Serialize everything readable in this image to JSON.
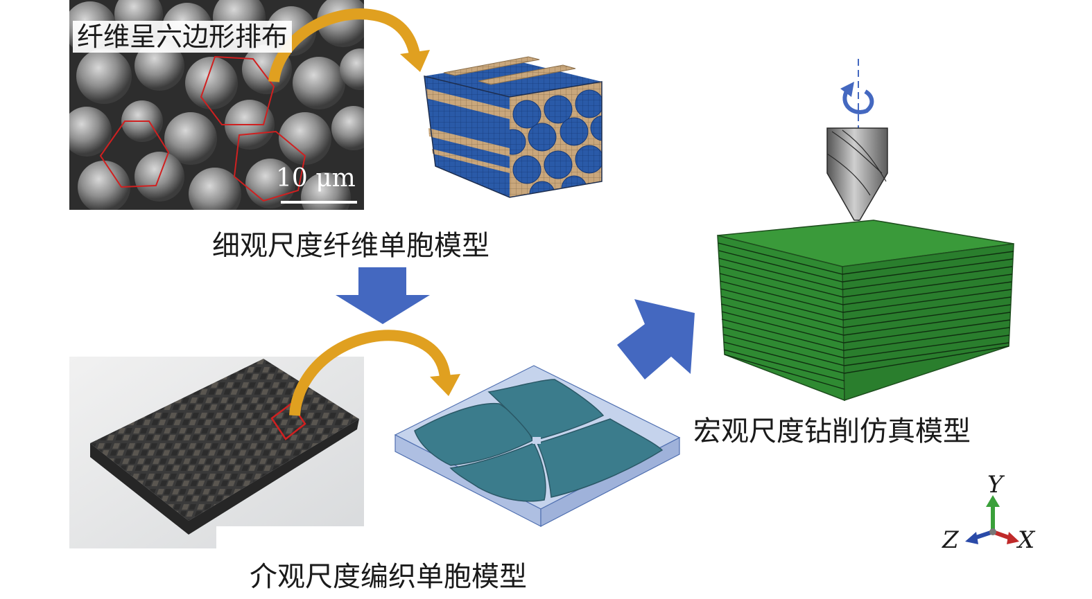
{
  "labels": {
    "sem_title": "纤维呈六边形排布",
    "scale_bar": "10 μm",
    "micro_caption": "细观尺度纤维单胞模型",
    "meso_caption": "介观尺度编织单胞模型",
    "macro_caption": "宏观尺度钻削仿真模型"
  },
  "axes": {
    "y": "Y",
    "z": "Z",
    "x": "X"
  },
  "colors": {
    "fiber_blue": "#2a5aa8",
    "matrix_tan": "#c9a77c",
    "arrow_blue": "#4468c0",
    "curve_orange": "#e0a020",
    "workpiece_green": "#2f8a32",
    "hexagon_red": "#d02020",
    "resin_teal": "#3b7c8c"
  }
}
